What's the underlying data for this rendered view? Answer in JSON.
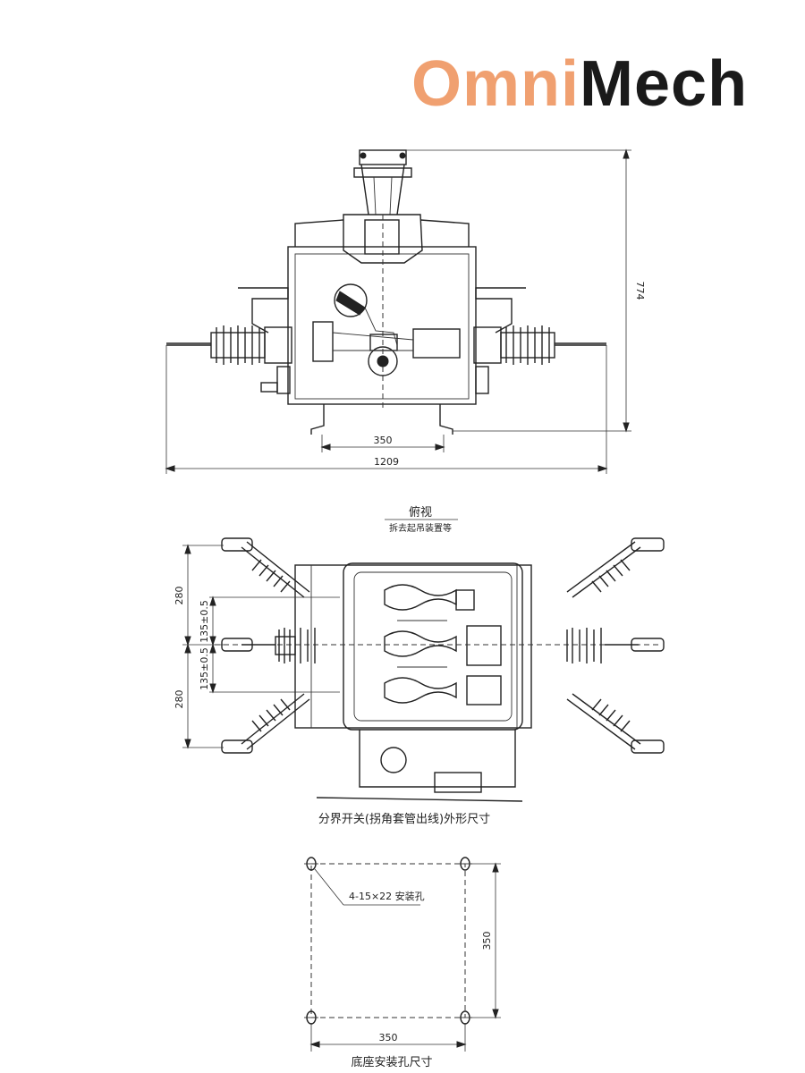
{
  "brand": {
    "part1": "Omni",
    "part2": "Mech",
    "color1": "#f0a070",
    "color2": "#1a1a1a"
  },
  "front_view": {
    "dim_height": "774",
    "dim_base": "350",
    "dim_total": "1209"
  },
  "top_view": {
    "title": "俯视",
    "subtitle": "拆去起吊装置等",
    "dim_280_top": "280",
    "dim_280_bottom": "280",
    "dim_135_top": "135±0.5",
    "dim_135_bottom": "135±0.5",
    "caption": "分界开关(拐角套管出线)外形尺寸"
  },
  "mount_view": {
    "hole_label": "4-15×22 安装孔",
    "dim_vertical": "350",
    "dim_horizontal": "350",
    "caption": "底座安装孔尺寸"
  }
}
